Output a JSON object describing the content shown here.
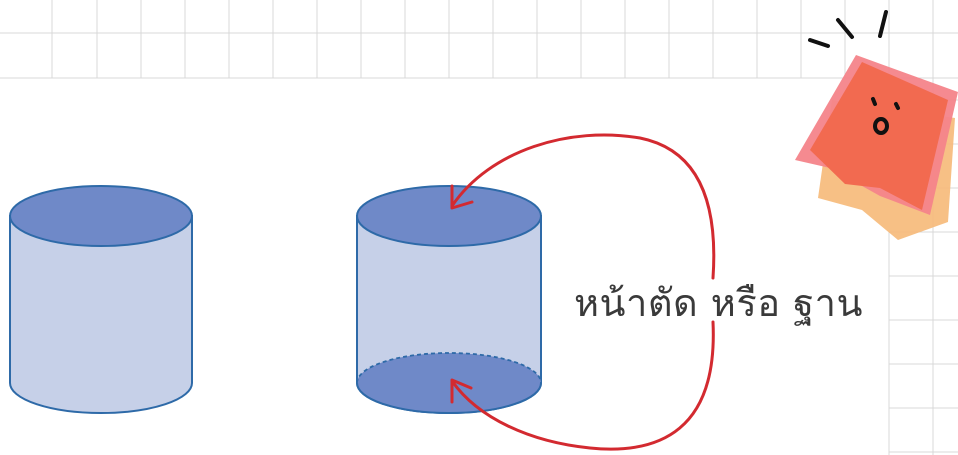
{
  "label": "หน้าตัด หรือ ฐาน",
  "colors": {
    "grid": "#d9d9d9",
    "cylinder_body": "#c6d0e8",
    "cylinder_face": "#6f89c8",
    "cylinder_stroke": "#2e6aa8",
    "arrow": "#d32a30",
    "bookmark_red": "#f26a50",
    "bookmark_pink": "#f4848a",
    "bookmark_orange": "#f6b978",
    "marker_ink": "#111111"
  },
  "icons": [
    "cylinder",
    "arrow",
    "bookmark-sticker"
  ]
}
